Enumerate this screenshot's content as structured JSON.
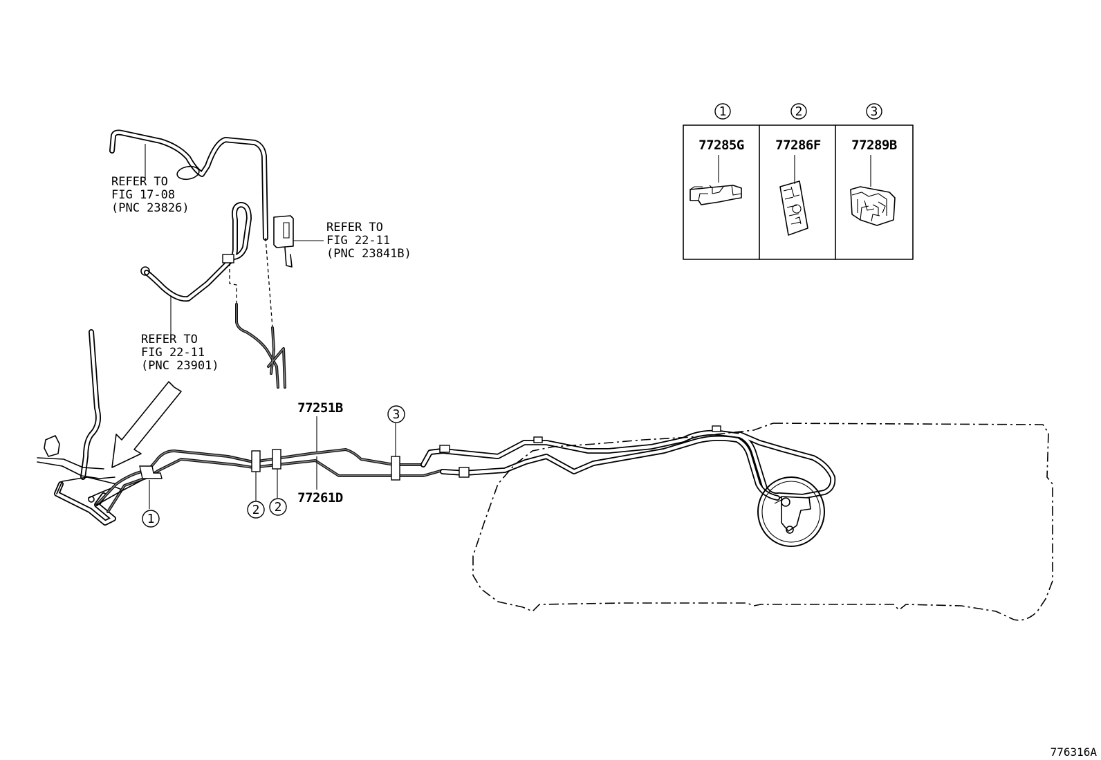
{
  "references": [
    {
      "line1": "REFER TO",
      "line2": "FIG 17-08",
      "line3": "(PNC 23826)"
    },
    {
      "line1": "REFER TO",
      "line2": "FIG 22-11",
      "line3": "(PNC 23841B)"
    },
    {
      "line1": "REFER TO",
      "line2": "FIG 22-11",
      "line3": "(PNC 23901)"
    }
  ],
  "legend": {
    "columns": [
      {
        "callout": "1",
        "part_number": "77285G",
        "icon": "clip-icon"
      },
      {
        "callout": "2",
        "part_number": "77286F",
        "icon": "clamp-icon"
      },
      {
        "callout": "3",
        "part_number": "77289B",
        "icon": "bracket-icon"
      }
    ]
  },
  "parts": {
    "tube_main": "77251B",
    "tube_return": "77261D"
  },
  "callouts": {
    "c1": "1",
    "c2a": "2",
    "c2b": "2",
    "c3": "3"
  },
  "figure_id": "776316A"
}
